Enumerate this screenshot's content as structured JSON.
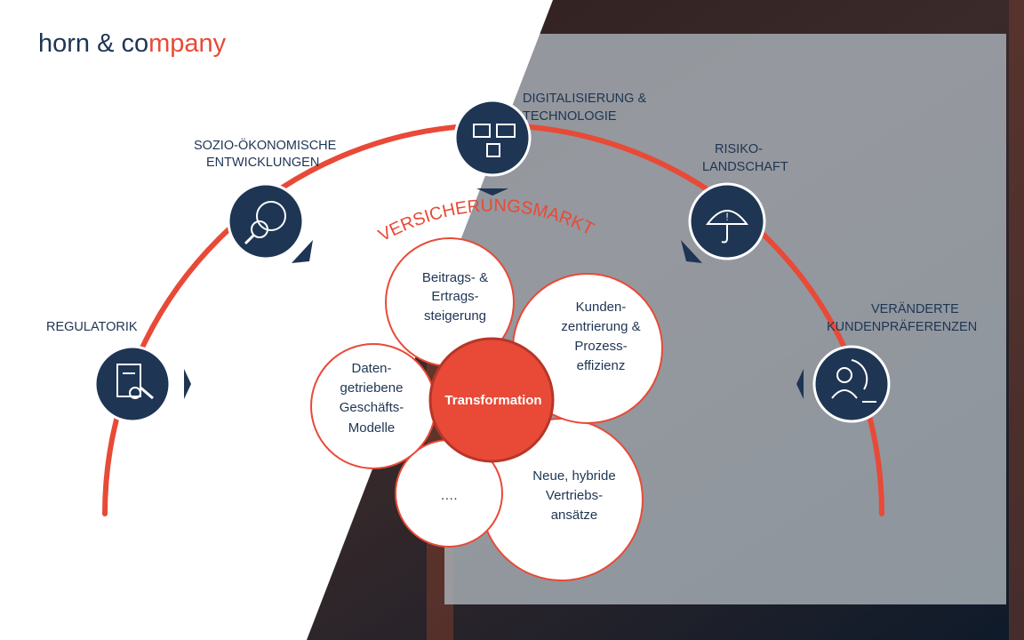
{
  "logo": {
    "part1": "horn & co",
    "part2": "mpany"
  },
  "market_label": "VERSICHERUNGSMARKT",
  "center": "Transformation",
  "drivers": [
    {
      "lines": [
        "REGULATORIK"
      ],
      "icon": "regulation-icon"
    },
    {
      "lines": [
        "SOZIO-ÖKONOMISCHE",
        "ENTWICKLUNGEN"
      ],
      "icon": "socio-economic-icon"
    },
    {
      "lines": [
        "DIGITALISIERUNG &",
        "TECHNOLOGIE"
      ],
      "icon": "digital-devices-icon"
    },
    {
      "lines": [
        "RISIKO-",
        "LANDSCHAFT"
      ],
      "icon": "umbrella-risk-icon"
    },
    {
      "lines": [
        "VERÄNDERTE",
        "KUNDENPRÄFERENZEN"
      ],
      "icon": "customer-icon"
    }
  ],
  "bubbles": [
    {
      "lines": [
        "Beitrags- &",
        "Ertrags-",
        "steigerung"
      ]
    },
    {
      "lines": [
        "Kunden-",
        "zentrierung &",
        "Prozess-",
        "effizienz"
      ]
    },
    {
      "lines": [
        "Daten-",
        "getriebene",
        "Geschäfts-",
        "Modelle"
      ]
    },
    {
      "lines": [
        "Neue, hybride",
        "Vertriebs-",
        "ansätze"
      ]
    },
    {
      "lines": [
        "…."
      ]
    }
  ],
  "colors": {
    "navy": "#1e3553",
    "accent": "#e84a37"
  }
}
